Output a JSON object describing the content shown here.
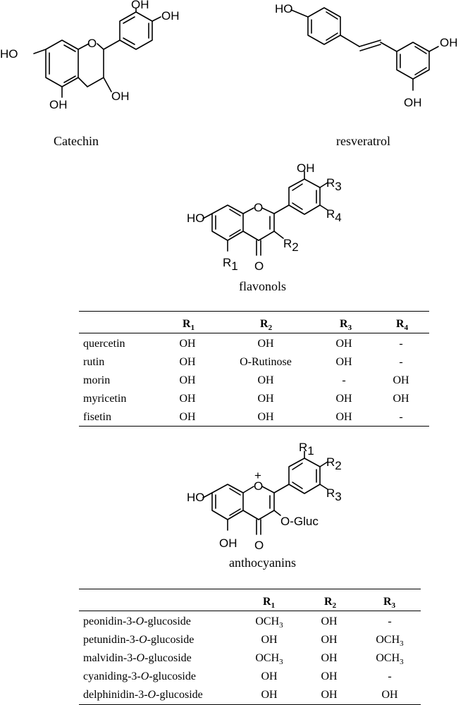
{
  "captions": {
    "catechin": "Catechin",
    "resveratrol": "resveratrol",
    "flavonols": "flavonols",
    "anthocyanins": "anthocyanins"
  },
  "labels": {
    "oh": "OH",
    "ho": "HO",
    "o": "O",
    "plus": "+",
    "r": "R",
    "sub1": "1",
    "sub2": "2",
    "sub3": "3",
    "sub4": "4",
    "ogluc": "O-Gluc"
  },
  "flavonols_table": {
    "headers": [
      "",
      "R1",
      "R2",
      "R3",
      "R4"
    ],
    "rows": [
      [
        "quercetin",
        "OH",
        "OH",
        "OH",
        "-"
      ],
      [
        "rutin",
        "OH",
        "O-Rutinose",
        "OH",
        "-"
      ],
      [
        "morin",
        "OH",
        "OH",
        "-",
        "OH"
      ],
      [
        "myricetin",
        "OH",
        "OH",
        "OH",
        "OH"
      ],
      [
        "fisetin",
        "OH",
        "OH",
        "OH",
        "-"
      ]
    ]
  },
  "anthocyanins_table": {
    "headers": [
      "",
      "R1",
      "R2",
      "R3"
    ],
    "rows": [
      [
        "peonidin-3-O-glucoside",
        "OCH3",
        "OH",
        "-"
      ],
      [
        "petunidin-3-O-glucoside",
        "OH",
        "OH",
        "OCH3"
      ],
      [
        "malvidin-3-O-glucoside",
        "OCH3",
        "OH",
        "OCH3"
      ],
      [
        "cyaniding-3-O-glucoside",
        "OH",
        "OH",
        "-"
      ],
      [
        "delphinidin-3-O-glucoside",
        "OH",
        "OH",
        "OH"
      ]
    ]
  }
}
